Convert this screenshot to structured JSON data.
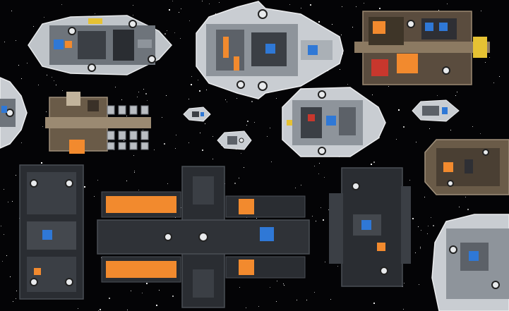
{
  "scene": {
    "background_color": "#040406",
    "palette": {
      "hull_light": "#c9cdd2",
      "hull_mid": "#8e949b",
      "hull_dark": "#3b3f45",
      "hull_black": "#1e2024",
      "accent_orange": "#f28a2e",
      "accent_yellow": "#e6c233",
      "accent_blue": "#2f78d6",
      "accent_red": "#c8372d"
    },
    "ships": [
      {
        "id": "ship-1",
        "style": "light"
      },
      {
        "id": "ship-2",
        "style": "light"
      },
      {
        "id": "ship-3",
        "style": "orange-tan"
      },
      {
        "id": "ship-4",
        "style": "light-partial"
      },
      {
        "id": "ship-5",
        "style": "tan-engines"
      },
      {
        "id": "ship-6",
        "style": "tiny"
      },
      {
        "id": "ship-7",
        "style": "tiny"
      },
      {
        "id": "ship-8",
        "style": "light"
      },
      {
        "id": "ship-9",
        "style": "small"
      },
      {
        "id": "ship-10",
        "style": "tan"
      },
      {
        "id": "ship-11",
        "style": "dark"
      },
      {
        "id": "ship-12",
        "style": "dark-orange"
      },
      {
        "id": "ship-13",
        "style": "dark"
      },
      {
        "id": "ship-14",
        "style": "light-partial"
      }
    ]
  }
}
